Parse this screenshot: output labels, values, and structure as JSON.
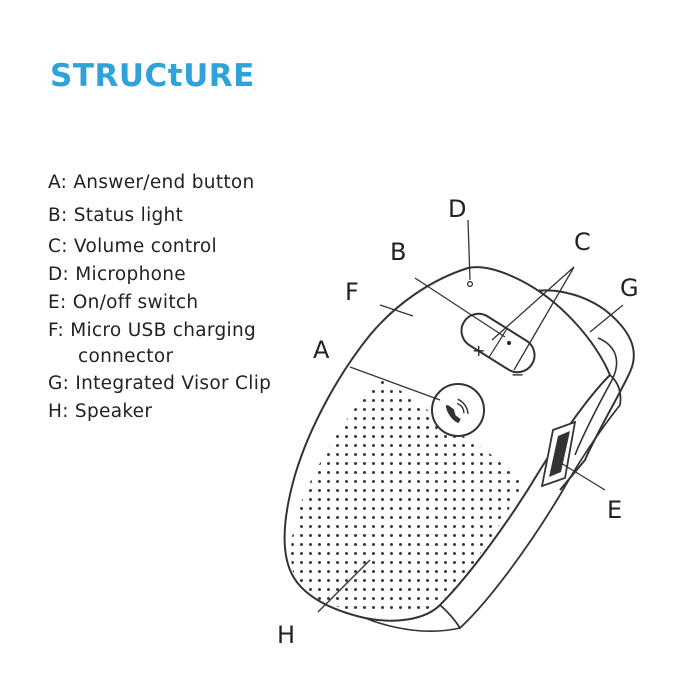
{
  "title": "STRUCtURE",
  "legend": [
    {
      "text": "A: Answer/end button"
    },
    {
      "text": "B: Status light"
    },
    {
      "text": "C: Volume control"
    },
    {
      "text": "D: Microphone"
    },
    {
      "text": "E: On/off switch"
    },
    {
      "text": "F: Micro USB charging",
      "cont": "connector"
    },
    {
      "text": "G: Integrated Visor Clip"
    },
    {
      "text": "H: Speaker"
    }
  ],
  "callouts": {
    "a": "A",
    "b": "B",
    "c": "C",
    "d": "D",
    "e": "E",
    "f": "F",
    "g": "G",
    "h": "H"
  },
  "buttons": {
    "plus": "+",
    "minus": "−"
  }
}
